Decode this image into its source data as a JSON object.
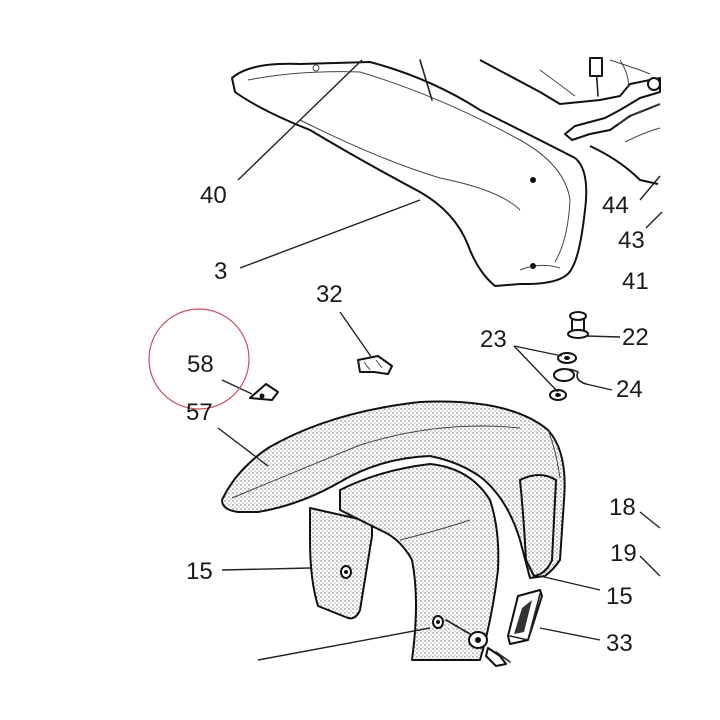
{
  "callouts": {
    "c40": "40",
    "c3": "3",
    "c44": "44",
    "c43": "43",
    "c41": "41",
    "c32": "32",
    "c23": "23",
    "c22": "22",
    "c24": "24",
    "c58": "58",
    "c57": "57",
    "c18": "18",
    "c19": "19",
    "c15a": "15",
    "c15b": "15",
    "c33": "33"
  },
  "colors": {
    "highlight_circle": "#c8505f",
    "ink": "#111111"
  }
}
